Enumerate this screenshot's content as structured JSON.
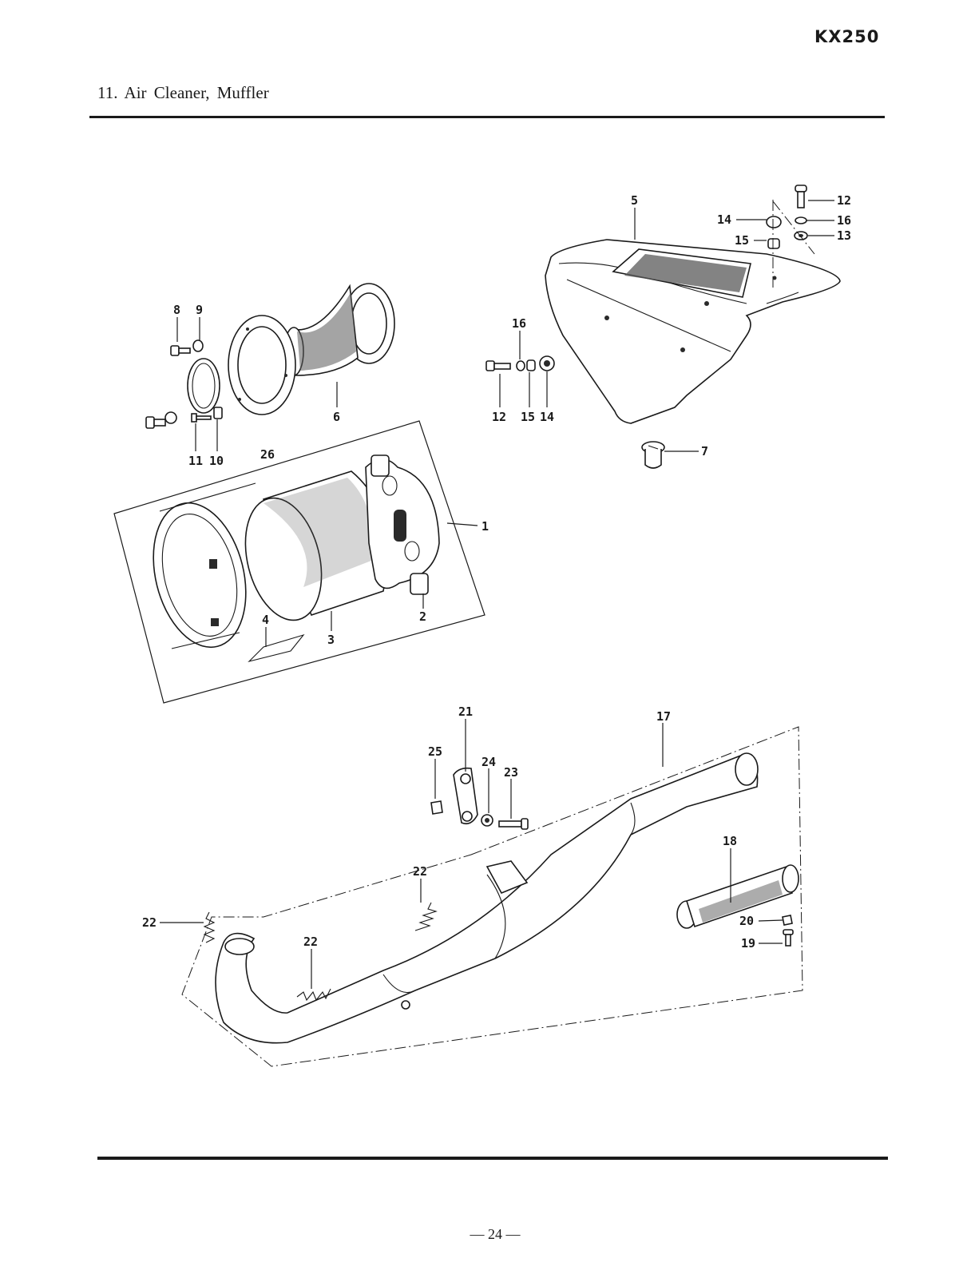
{
  "header": {
    "model": "KX250",
    "section_title": "11.  Air Cleaner, Muffler"
  },
  "footer": {
    "page_number": "— 24 —"
  },
  "callouts": [
    {
      "id": "c-12a",
      "text": "12"
    },
    {
      "id": "c-16a",
      "text": "16"
    },
    {
      "id": "c-13",
      "text": "13"
    },
    {
      "id": "c-14a",
      "text": "14"
    },
    {
      "id": "c-15a",
      "text": "15"
    },
    {
      "id": "c-5",
      "text": "5"
    },
    {
      "id": "c-16b",
      "text": "16"
    },
    {
      "id": "c-12b",
      "text": "12"
    },
    {
      "id": "c-15b",
      "text": "15"
    },
    {
      "id": "c-14b",
      "text": "14"
    },
    {
      "id": "c-7",
      "text": "7"
    },
    {
      "id": "c-8",
      "text": "8"
    },
    {
      "id": "c-9",
      "text": "9"
    },
    {
      "id": "c-6",
      "text": "6"
    },
    {
      "id": "c-26",
      "text": "26"
    },
    {
      "id": "c-11",
      "text": "11"
    },
    {
      "id": "c-10",
      "text": "10"
    },
    {
      "id": "c-1",
      "text": "1"
    },
    {
      "id": "c-2",
      "text": "2"
    },
    {
      "id": "c-3",
      "text": "3"
    },
    {
      "id": "c-4",
      "text": "4"
    },
    {
      "id": "c-21",
      "text": "21"
    },
    {
      "id": "c-17",
      "text": "17"
    },
    {
      "id": "c-25",
      "text": "25"
    },
    {
      "id": "c-24",
      "text": "24"
    },
    {
      "id": "c-23",
      "text": "23"
    },
    {
      "id": "c-18",
      "text": "18"
    },
    {
      "id": "c-22a",
      "text": "22"
    },
    {
      "id": "c-22b",
      "text": "22"
    },
    {
      "id": "c-22c",
      "text": "22"
    },
    {
      "id": "c-20",
      "text": "20"
    },
    {
      "id": "c-19",
      "text": "19"
    }
  ]
}
